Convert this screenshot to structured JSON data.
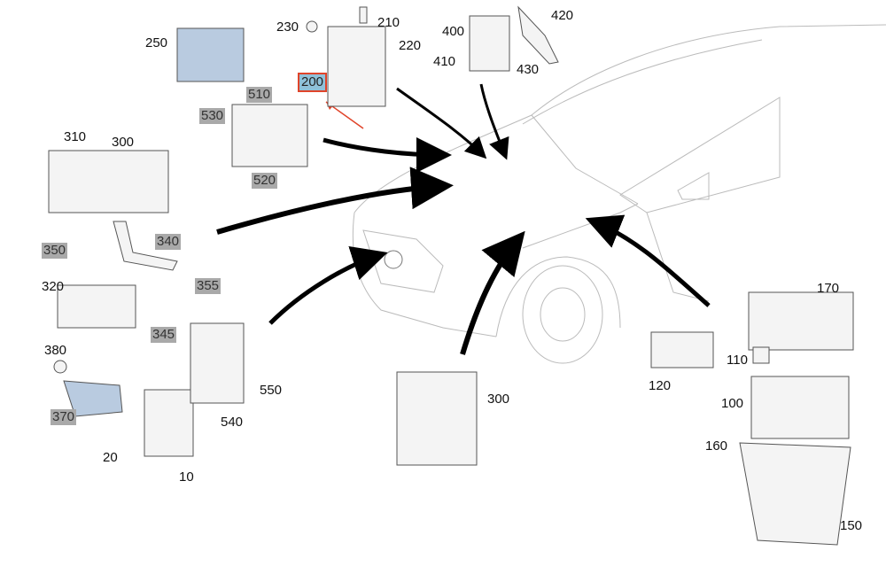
{
  "colors": {
    "highlight_grey": "#a9a9a9",
    "selected_fill": "#8fc1d9",
    "selected_border": "#e0442a",
    "part_fill": "#b9cbe0"
  },
  "labels": [
    {
      "id": "250",
      "style": "plain"
    },
    {
      "id": "230",
      "style": "plain"
    },
    {
      "id": "210",
      "style": "plain"
    },
    {
      "id": "220",
      "style": "plain"
    },
    {
      "id": "200",
      "style": "selected"
    },
    {
      "id": "400",
      "style": "plain"
    },
    {
      "id": "410",
      "style": "plain"
    },
    {
      "id": "420",
      "style": "plain"
    },
    {
      "id": "430",
      "style": "plain"
    },
    {
      "id": "510",
      "style": "grey"
    },
    {
      "id": "530",
      "style": "grey"
    },
    {
      "id": "520",
      "style": "grey"
    },
    {
      "id": "310",
      "style": "plain"
    },
    {
      "id": "300",
      "style": "plain"
    },
    {
      "id": "350",
      "style": "grey"
    },
    {
      "id": "340",
      "style": "grey"
    },
    {
      "id": "355",
      "style": "grey"
    },
    {
      "id": "345",
      "style": "grey"
    },
    {
      "id": "320",
      "style": "plain"
    },
    {
      "id": "380",
      "style": "plain"
    },
    {
      "id": "370",
      "style": "grey"
    },
    {
      "id": "20",
      "style": "plain"
    },
    {
      "id": "10",
      "style": "plain"
    },
    {
      "id": "540",
      "style": "plain"
    },
    {
      "id": "550",
      "style": "plain"
    },
    {
      "id": "300",
      "style": "plain"
    },
    {
      "id": "170",
      "style": "plain"
    },
    {
      "id": "110",
      "style": "plain"
    },
    {
      "id": "120",
      "style": "plain"
    },
    {
      "id": "100",
      "style": "plain"
    },
    {
      "id": "160",
      "style": "plain"
    },
    {
      "id": "150",
      "style": "plain"
    }
  ]
}
